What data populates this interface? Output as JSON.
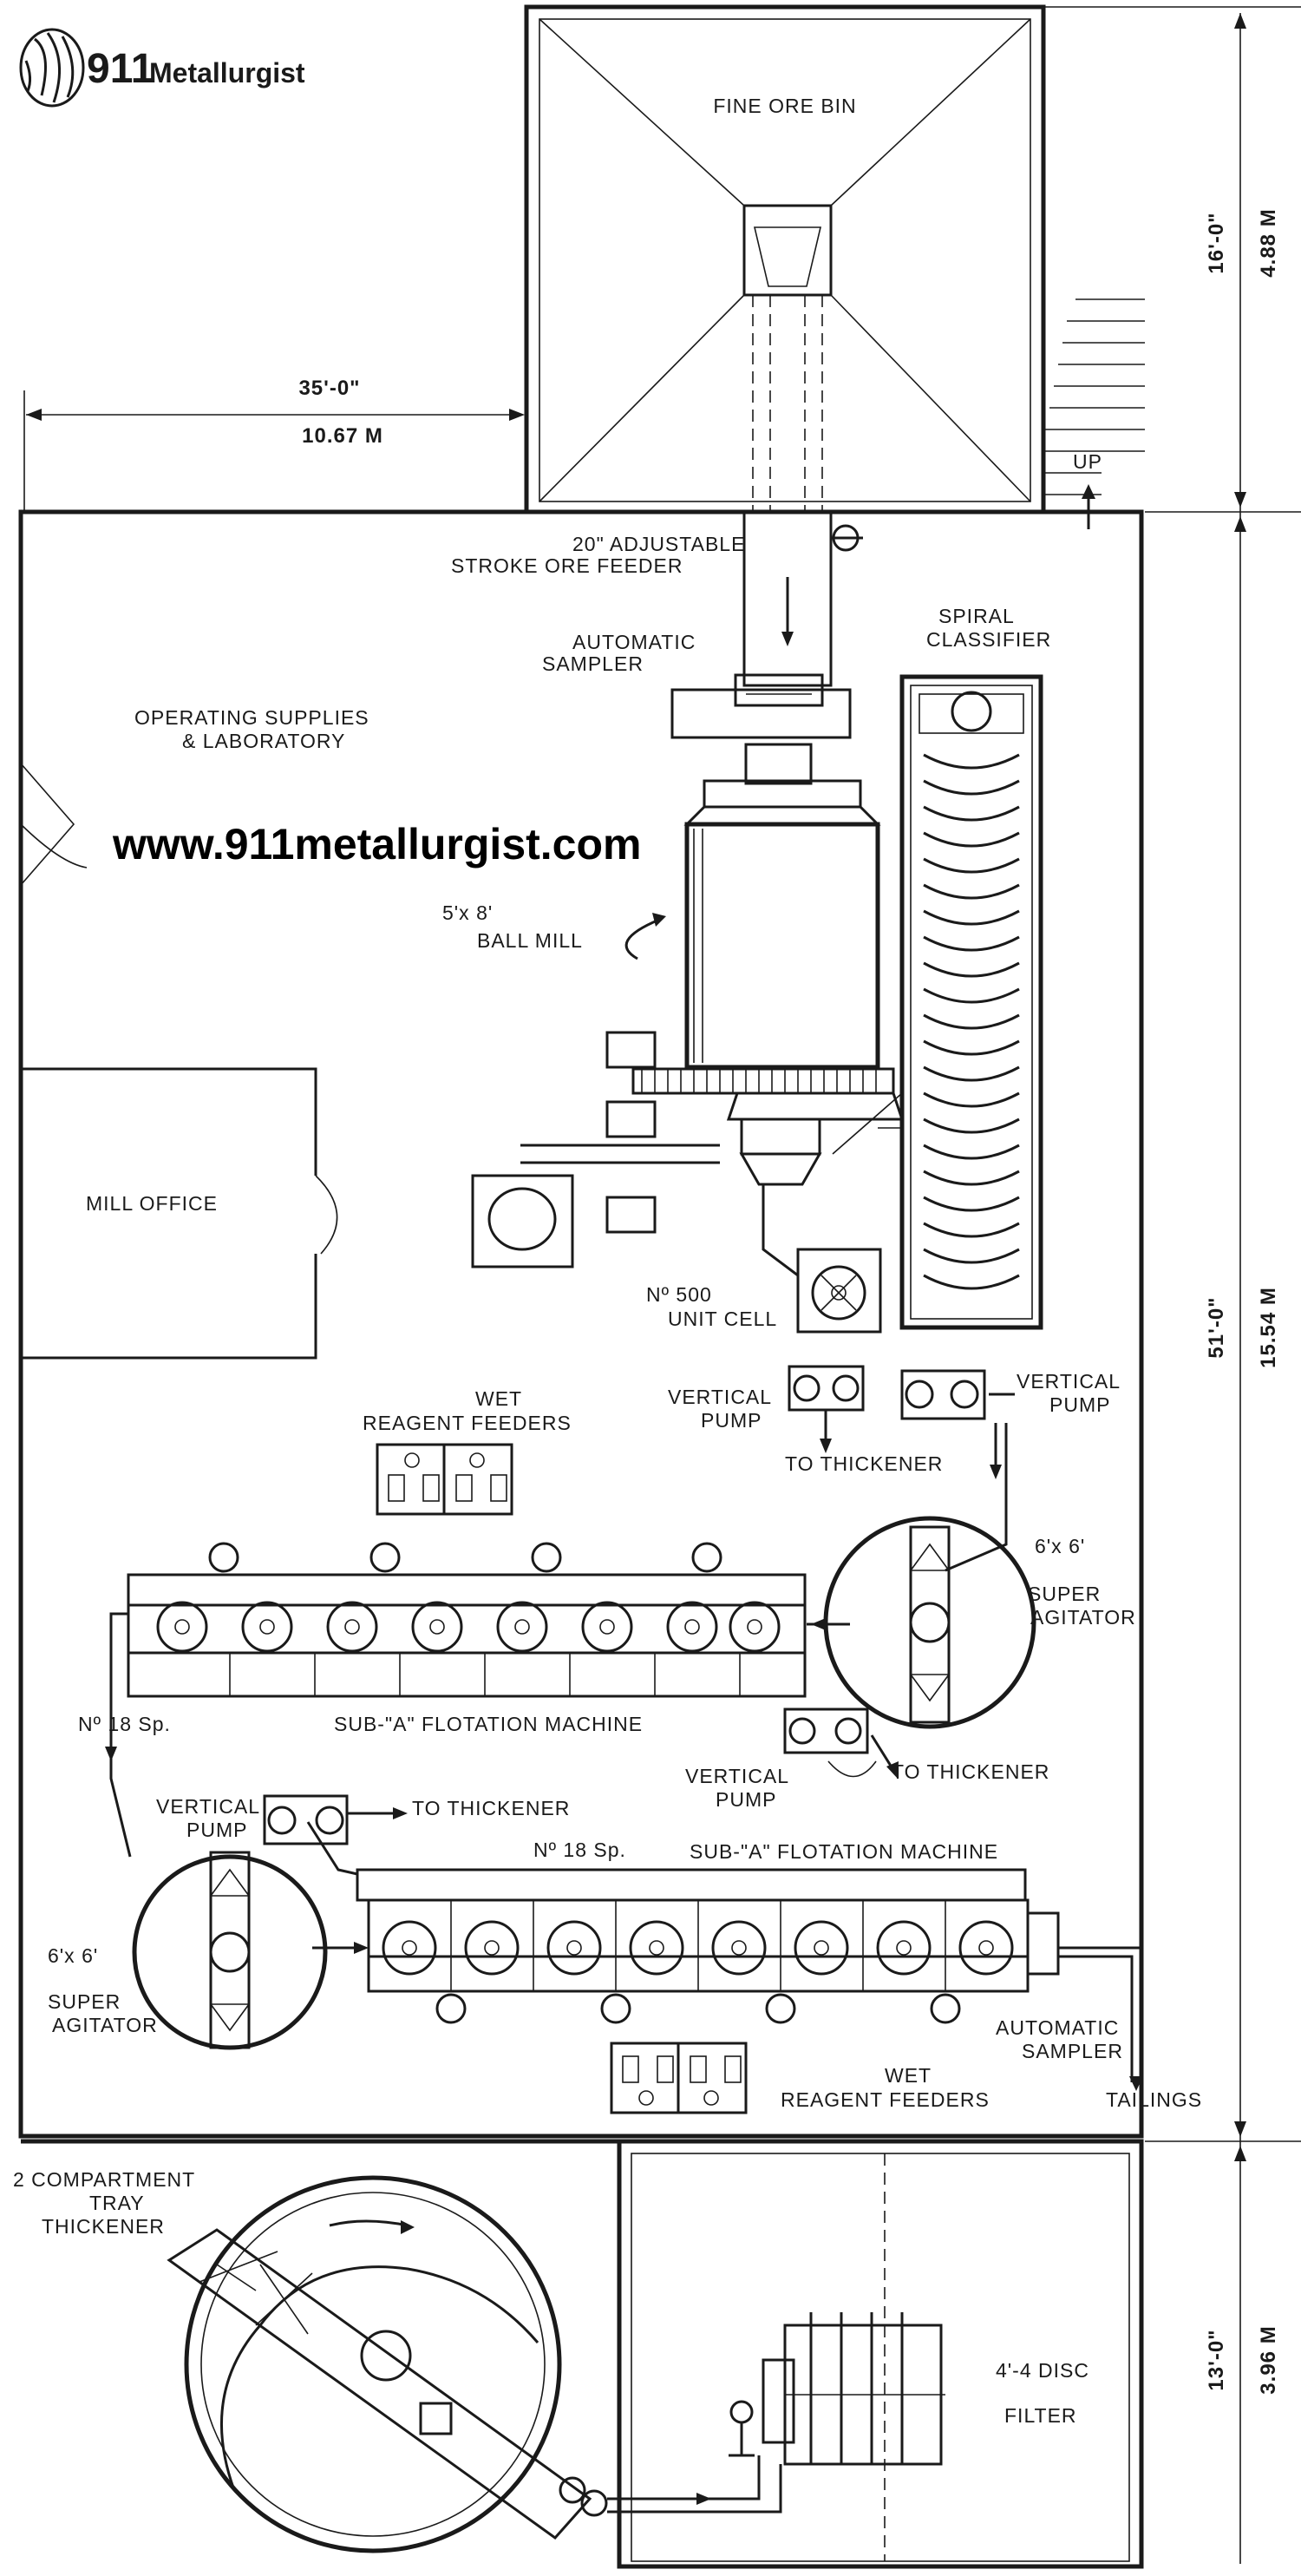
{
  "logo": {
    "number": "911",
    "name": "Metallurgist",
    "icon": "fingerprint-globe-icon"
  },
  "watermark": "www.911metallurgist.com",
  "labels": {
    "fine_ore_bin": "FINE ORE BIN",
    "up": "UP",
    "feeder_l1": "20\"        ADJUSTABLE",
    "feeder_l2": "STROKE ORE FEEDER",
    "sampler_top_l1": "AUTOMATIC",
    "sampler_top_l2": "SAMPLER",
    "classifier_l1": "SPIRAL",
    "classifier_l2": "CLASSIFIER",
    "supplies_l1": "OPERATING SUPPLIES",
    "supplies_l2": "& LABORATORY",
    "ball_mill_l1": "5'x 8'",
    "ball_mill_l2": "BALL MILL",
    "mill_office": "MILL OFFICE",
    "unit_cell_l1": "Nº 500",
    "unit_cell_l2": "UNIT CELL",
    "vpump_mid_l1": "VERTICAL",
    "vpump_mid_l2": "PUMP",
    "vpump_right_l1": "VERTICAL",
    "vpump_right_l2": "PUMP",
    "to_thickener_1": "TO THICKENER",
    "wet_reagent_top_l1": "WET",
    "wet_reagent_top_l2": "REAGENT FEEDERS",
    "agitator_right_size": "6'x 6'",
    "agitator_right_l1": "SUPER",
    "agitator_right_l2": "AGITATOR",
    "flot1_size": "Nº 18 Sp.",
    "flot1_name": "SUB-\"A\" FLOTATION MACHINE",
    "vpump_low_l1": "VERTICAL",
    "vpump_low_l2": "PUMP",
    "to_thickener_2": "TO THICKENER",
    "vpump_left_l1": "VERTICAL",
    "vpump_left_l2": "PUMP",
    "to_thickener_3": "TO THICKENER",
    "flot2_size": "Nº 18 Sp.",
    "flot2_name": "SUB-\"A\" FLOTATION MACHINE",
    "agitator_left_size": "6'x 6'",
    "agitator_left_l1": "SUPER",
    "agitator_left_l2": "AGITATOR",
    "sampler_bottom_l1": "AUTOMATIC",
    "sampler_bottom_l2": "SAMPLER",
    "wet_reagent_bottom_l1": "WET",
    "wet_reagent_bottom_l2": "REAGENT FEEDERS",
    "tailings": "TAILINGS",
    "thickener_l1": "2 COMPARTMENT",
    "thickener_l2": "TRAY",
    "thickener_l3": "THICKENER",
    "disc_filter_l1": "4'-4 DISC",
    "disc_filter_l2": "FILTER"
  },
  "dimensions": {
    "width_ft": "35'-0\"",
    "width_m": "10.67 M",
    "bin_ft": "16'-0\"",
    "bin_m": "4.88 M",
    "mill_ft": "51'-0\"",
    "mill_m": "15.54 M",
    "lower_ft": "13'-0\"",
    "lower_m": "3.96 M"
  }
}
